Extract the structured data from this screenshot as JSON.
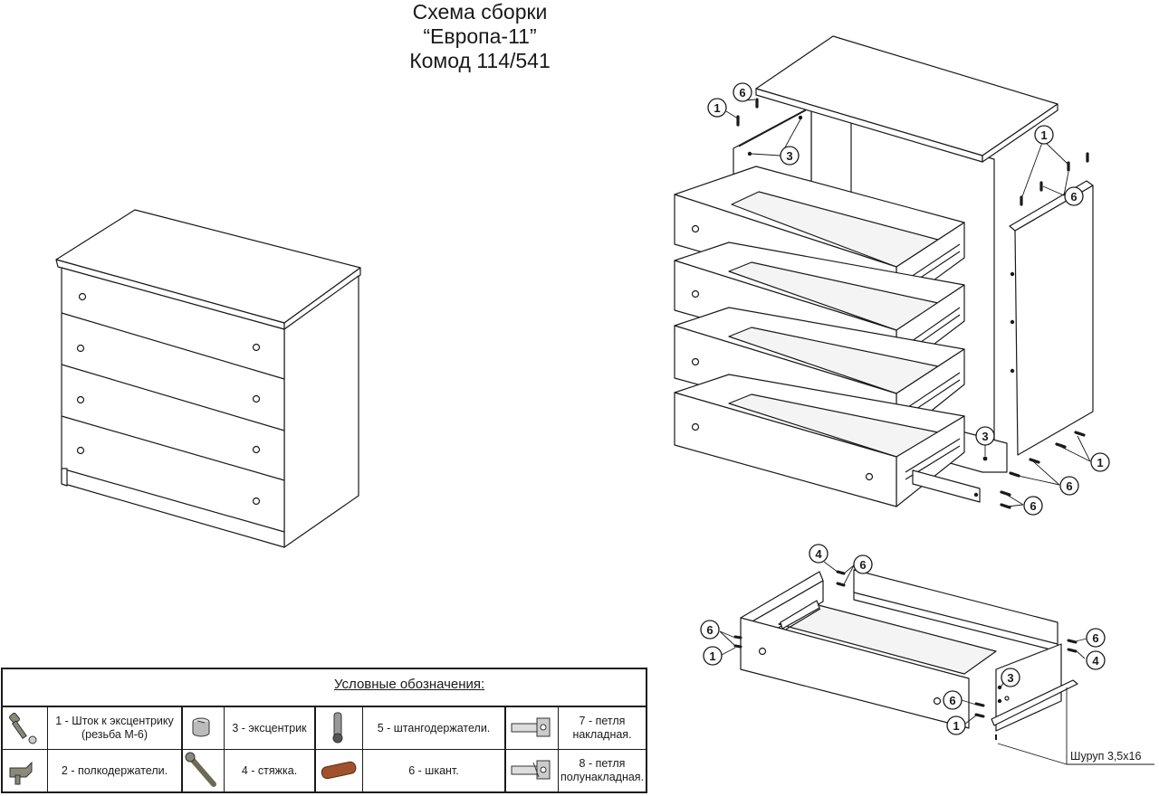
{
  "title": {
    "line1": "Схема сборки",
    "line2": "“Европа-11”",
    "line3": "Комод 114/541"
  },
  "callouts": {
    "one": "1",
    "three": "3",
    "four": "4",
    "six": "6"
  },
  "screw_label": "Шуруп 3,5x16",
  "legend": {
    "title": "Условные обозначения:",
    "items": [
      {
        "label": "1 - Шток к эксцентрику (резьба М-6)",
        "icon": "eccentric-rod-icon"
      },
      {
        "label": "3 - эксцентрик",
        "icon": "eccentric-cam-icon"
      },
      {
        "label": "5 - штангодержатели.",
        "icon": "rod-holder-icon"
      },
      {
        "label": "7 - петля накладная.",
        "icon": "overlay-hinge-icon"
      },
      {
        "label": "2 - полкодержатели.",
        "icon": "shelf-support-icon"
      },
      {
        "label": "4 - стяжка.",
        "icon": "confirmat-screw-icon"
      },
      {
        "label": "6 - шкант.",
        "icon": "wooden-dowel-icon"
      },
      {
        "label": "8 - петля полунакладная.",
        "icon": "half-overlay-hinge-icon"
      }
    ]
  },
  "colors": {
    "line": "#1a1a1a",
    "dowel": "#a0522d",
    "metal": "#8a8a7a"
  }
}
